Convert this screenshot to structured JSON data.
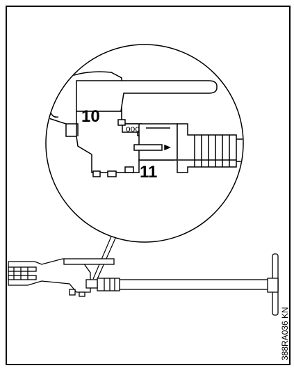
{
  "diagram": {
    "callouts": [
      {
        "label": "10"
      },
      {
        "label": "11"
      }
    ],
    "reference_code": "388RA036 KN"
  }
}
